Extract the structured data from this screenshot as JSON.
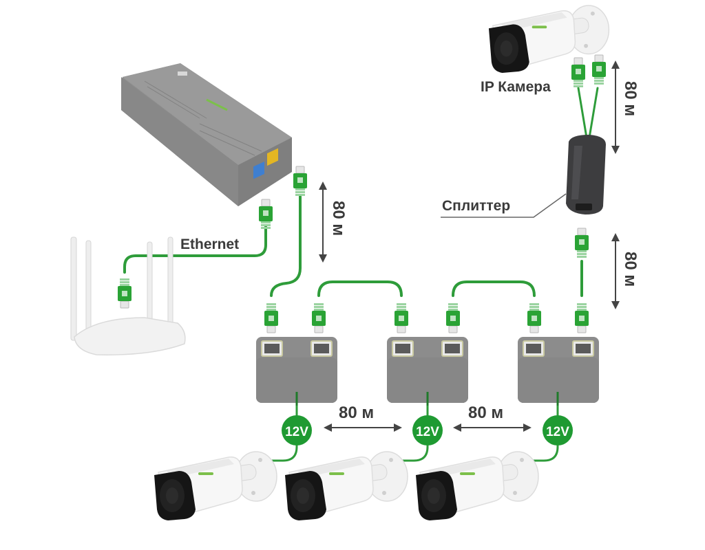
{
  "diagram": {
    "title": "PoE extender chain with IP cameras",
    "colors": {
      "cable": "#2e9c3a",
      "connector": "#2aa335",
      "power_badge": "#1f9a32",
      "device_gray": "#8c8c8c",
      "label_text": "#3a3a3a",
      "arrow": "#444444"
    },
    "labels": {
      "ethernet": "Ethernet",
      "ip_camera": "IP Камера",
      "splitter": "Сплиттер",
      "distance_injector_to_extender": "80 м",
      "distance_extender_1_to_2": "80 м",
      "distance_extender_2_to_3": "80 м",
      "distance_extender_to_splitter": "80 м",
      "distance_splitter_to_camera": "80 м",
      "power_1": "12V",
      "power_2": "12V",
      "power_3": "12V"
    },
    "nodes": [
      {
        "id": "router",
        "type": "wifi-router",
        "antennas": 4
      },
      {
        "id": "poe-injector",
        "type": "poe-switch",
        "ports": [
          "blue",
          "yellow"
        ]
      },
      {
        "id": "extender-1",
        "type": "poe-extender",
        "ports": 2,
        "power_out": "12V"
      },
      {
        "id": "extender-2",
        "type": "poe-extender",
        "ports": 2,
        "power_out": "12V"
      },
      {
        "id": "extender-3",
        "type": "poe-extender",
        "ports": 2,
        "power_out": "12V"
      },
      {
        "id": "splitter",
        "type": "poe-splitter"
      },
      {
        "id": "camera-top",
        "type": "bullet-camera",
        "label": "IP Камера"
      },
      {
        "id": "camera-1",
        "type": "bullet-camera"
      },
      {
        "id": "camera-2",
        "type": "bullet-camera"
      },
      {
        "id": "camera-3",
        "type": "bullet-camera"
      }
    ],
    "links": [
      {
        "from": "router",
        "to": "poe-injector",
        "label": "Ethernet"
      },
      {
        "from": "poe-injector",
        "to": "extender-1",
        "length": "80 м"
      },
      {
        "from": "extender-1",
        "to": "extender-2",
        "length": "80 м"
      },
      {
        "from": "extender-2",
        "to": "extender-3",
        "length": "80 м"
      },
      {
        "from": "extender-3",
        "to": "splitter",
        "length": "80 м"
      },
      {
        "from": "splitter",
        "to": "camera-top",
        "length": "80 м"
      },
      {
        "from": "extender-1",
        "to": "camera-1",
        "power": "12V"
      },
      {
        "from": "extender-2",
        "to": "camera-2",
        "power": "12V"
      },
      {
        "from": "extender-3",
        "to": "camera-3",
        "power": "12V"
      }
    ]
  }
}
